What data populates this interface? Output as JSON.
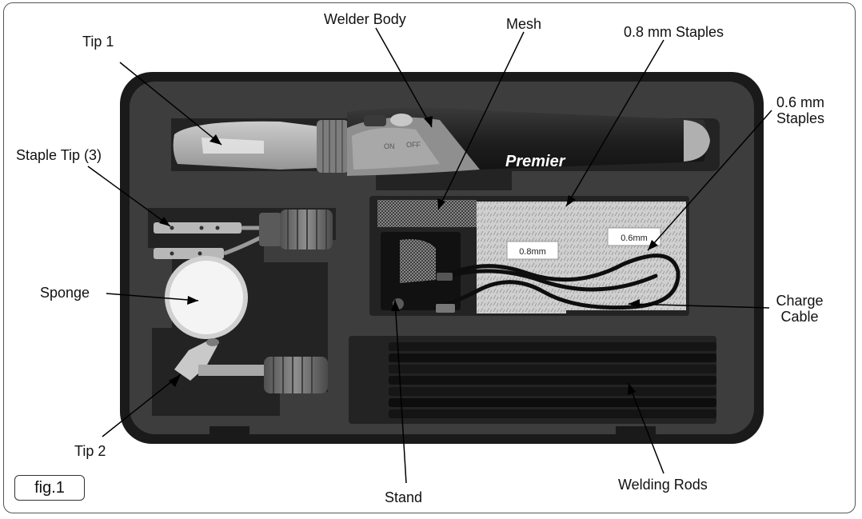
{
  "labels": {
    "tip1": "Tip 1",
    "welder_body": "Welder Body",
    "mesh": "Mesh",
    "staples_08": "0.8 mm Staples",
    "staples_06_line1": "0.6 mm",
    "staples_06_line2": "Staples",
    "staple_tip": "Staple Tip (3)",
    "sponge": "Sponge",
    "charge_cable_line1": "Charge",
    "charge_cable_line2": "Cable",
    "tip2": "Tip 2",
    "stand": "Stand",
    "welding_rods": "Welding Rods"
  },
  "figure_label": "fig.1",
  "product_text": {
    "brand": "Premier",
    "bag_08": "0.8mm",
    "bag_06": "0.6mm",
    "switch_on": "ON",
    "switch_off": "OFF"
  },
  "colors": {
    "case_border": "#1a1a1a",
    "foam": "#3d3d3d",
    "cavity": "#232323",
    "welder_black": "#202020",
    "welder_grey": "#8a8a8a",
    "translucent_tip": "#b9b9b9",
    "staples_bag": "#d5d5d5",
    "rods": "#151515"
  }
}
